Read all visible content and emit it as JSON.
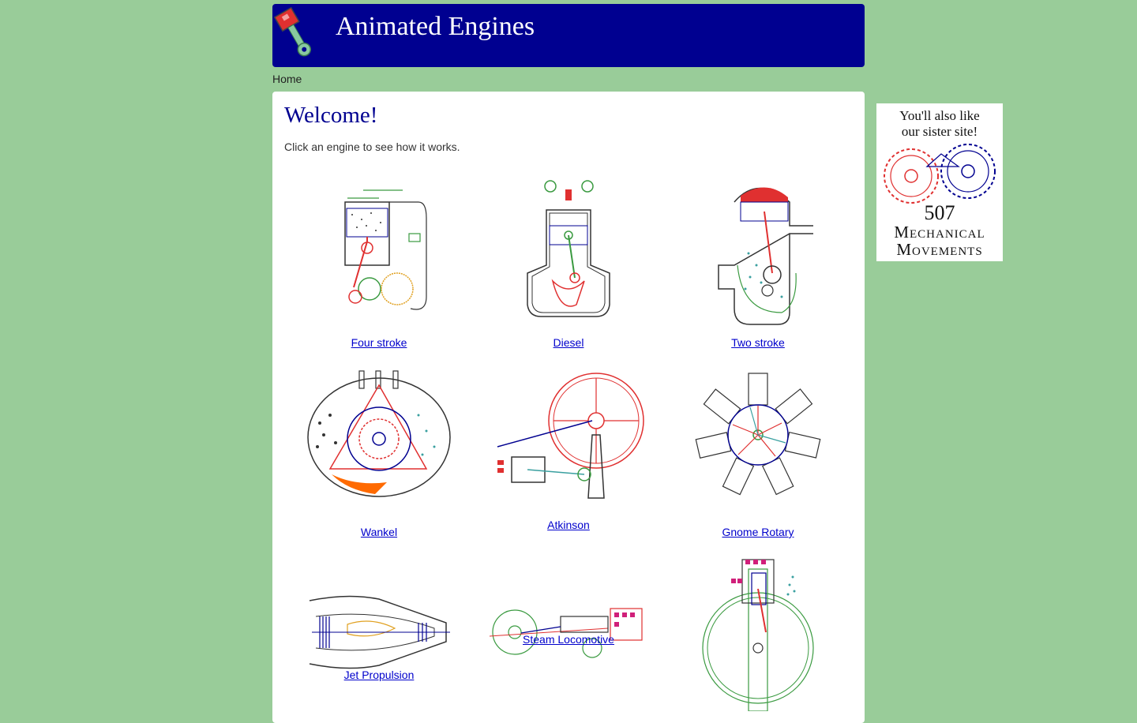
{
  "site": {
    "title": "Animated Engines"
  },
  "breadcrumb": {
    "home": "Home"
  },
  "main": {
    "heading": "Welcome!",
    "intro": "Click an engine to see how it works.",
    "engines": [
      {
        "label": "Four stroke"
      },
      {
        "label": "Diesel"
      },
      {
        "label": "Two stroke"
      },
      {
        "label": "Wankel"
      },
      {
        "label": "Atkinson"
      },
      {
        "label": "Gnome Rotary"
      },
      {
        "label": "Jet Propulsion"
      },
      {
        "label": "Steam Locomotive"
      },
      {
        "label": ""
      }
    ]
  },
  "sidebar": {
    "line1": "You'll also like",
    "line2": "our sister site!",
    "number": "507",
    "word1": "Mechanical",
    "word2": "Movements"
  },
  "colors": {
    "header": "#000090",
    "background": "#99cc99",
    "link": "#0000cc"
  }
}
